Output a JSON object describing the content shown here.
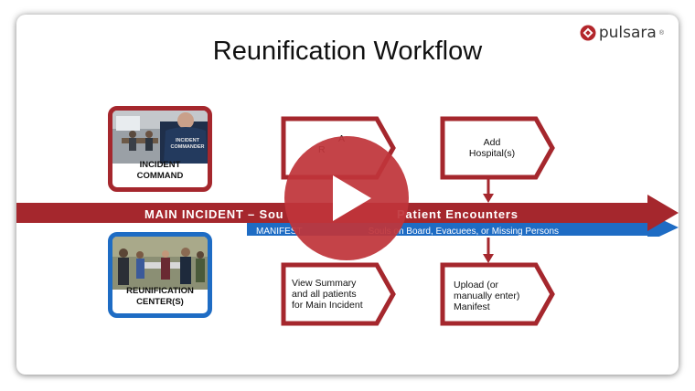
{
  "slide": {
    "title": "Reunification Workflow",
    "logo_text": "pulsara",
    "logo_mark": "®"
  },
  "cards": {
    "incident_command": {
      "line1": "INCIDENT",
      "line2": "COMMAND",
      "vest_text1": "INCIDENT",
      "vest_text2": "COMMANDER"
    },
    "reunification_center": {
      "line1": "REUNIFICATION",
      "line2": "CENTER(S)"
    }
  },
  "bands": {
    "main": "MAIN INCIDENT – Sou                            Patient Encounters",
    "manifest": "MANIFEST                          Souls on Board, Evacuees, or Missing Persons"
  },
  "chevrons": {
    "top_left": [
      "A",
      "R"
    ],
    "top_right": [
      "Add",
      "Hospital(s)"
    ],
    "bottom_left": [
      "View Summary",
      "and all patients",
      "for Main Incident"
    ],
    "bottom_right": [
      "Upload (or",
      "manually enter)",
      "Manifest"
    ]
  },
  "colors": {
    "red": "#a5272d",
    "blue": "#1e6cc4",
    "play": "#c0353a"
  },
  "icons": {
    "play": "play-icon",
    "logo": "pulsara-logo-icon"
  }
}
